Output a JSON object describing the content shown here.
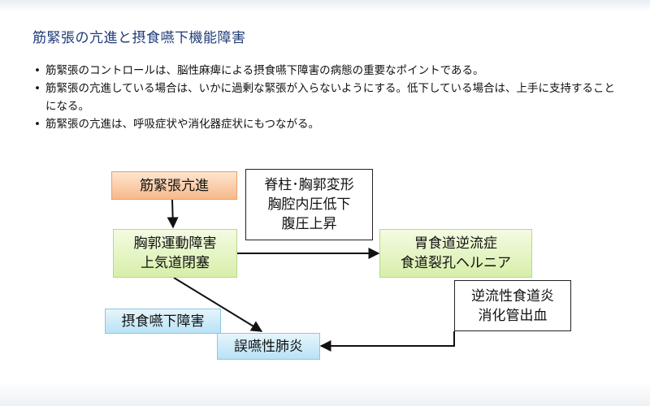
{
  "title": "筋緊張の亢進と摂食嚥下機能障害",
  "bullets": [
    "筋緊張のコントロールは、脳性麻痺による摂食嚥下障害の病態の重要なポイントである。",
    "筋緊張の亢進している場合は、いかに過剰な緊張が入らないようにする。低下している場合は、上手に支持することになる。",
    "筋緊張の亢進は、呼吸症状や消化器症状にもつながる。"
  ],
  "diagram": {
    "nodes": {
      "kinkincho": "筋緊張亢進",
      "sekichu": "脊柱･胸郭変形\n胸腔内圧低下\n腹圧上昇",
      "kyokaku": "胸郭運動障害\n上気道閉塞",
      "isyokudo": "胃食道逆流症\n食道裂孔ヘルニア",
      "gyakuryu": "逆流性食道炎\n消化管出血",
      "sessyoku": "摂食嚥下障害",
      "goen": "誤嚥性肺炎"
    },
    "colors": {
      "orange": "#f7b98a",
      "green": "#d7efa9",
      "blue": "#b9e2f5",
      "title": "#1f3b78"
    }
  }
}
